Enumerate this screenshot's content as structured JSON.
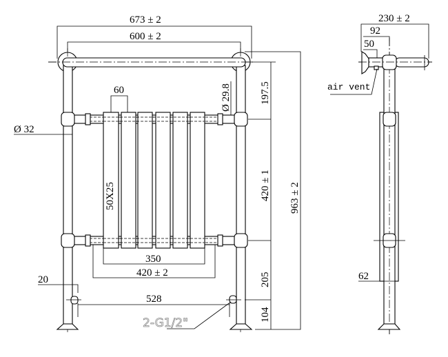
{
  "front_view": {
    "overall_width": "673 ± 2",
    "center_width": "600 ± 2",
    "column_pitch": "60",
    "upright_diameter": "Ø 32",
    "crossbar_diameter": "Ø 29.8",
    "column_section": "50X25",
    "radiator_width": "350",
    "crossbar_centers": "420 ± 2",
    "valve_offset": "20",
    "valve_centers": "528",
    "connections": "2-G1/2\"",
    "top_to_upper_bar": "197.5",
    "bar_centers": "420 ± 1",
    "lower_bar_to_valve": "205",
    "valve_height": "104",
    "overall_height": "963 ± 2"
  },
  "side_view": {
    "overall_depth": "230 ± 2",
    "wall_to_upright": "92",
    "wall_bracket": "50",
    "air_vent_label": "air vent",
    "radiator_depth": "62"
  },
  "colors": {
    "line": "#000000",
    "annotation": "#888888"
  }
}
